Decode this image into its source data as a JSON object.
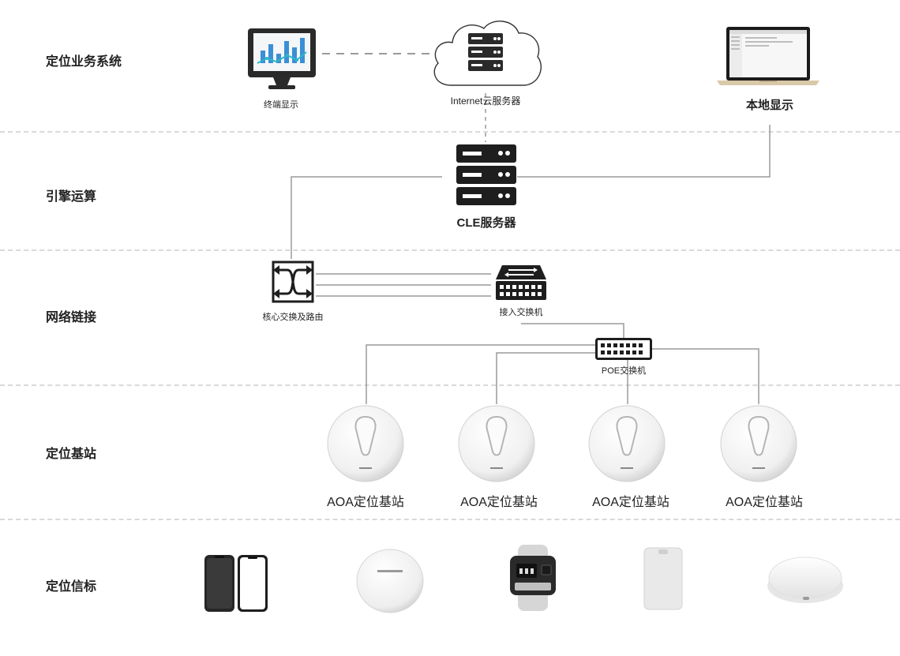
{
  "layers": {
    "business": "定位业务系统",
    "engine": "引擎运算",
    "network": "网络链接",
    "station": "定位基站",
    "beacon": "定位信标"
  },
  "nodes": {
    "terminal_display": "终端显示",
    "cloud_server": "Internet云服务器",
    "local_display": "本地显示",
    "cle_server": "CLE服务器",
    "core_switch": "核心交换及路由",
    "access_switch": "接入交换机",
    "poe_switch": "POE交换机",
    "base_stations": [
      {
        "label": "AOA定位基站"
      },
      {
        "label": "AOA定位基站"
      },
      {
        "label": "AOA定位基站"
      },
      {
        "label": "AOA定位基站"
      }
    ]
  },
  "colors": {
    "line": "#9a9a9a",
    "divider": "#d9d9d9",
    "dark": "#1e1e1e"
  }
}
